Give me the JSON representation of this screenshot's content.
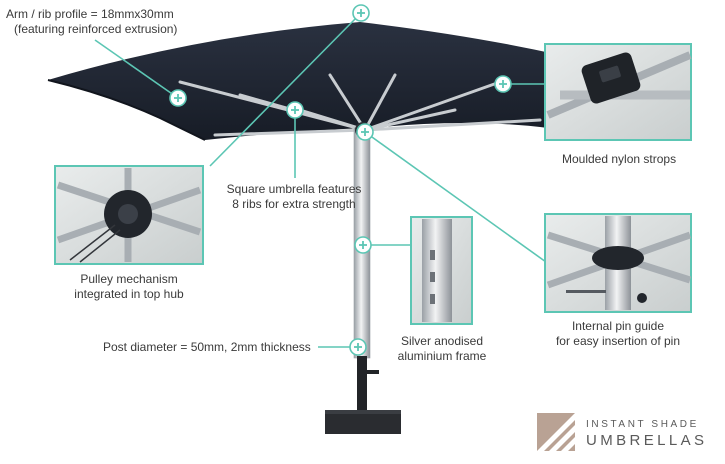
{
  "callouts": {
    "arm_rib": {
      "line1": "Arm / rib profile = 18mmx30mm",
      "line2": "(featuring reinforced extrusion)"
    },
    "nylon": {
      "text": "Moulded nylon strops"
    },
    "square": {
      "line1": "Square umbrella features",
      "line2": "8 ribs for extra strength"
    },
    "pulley": {
      "line1": "Pulley mechanism",
      "line2": "integrated in top hub"
    },
    "silver": {
      "line1": "Silver anodised",
      "line2": "aluminium frame"
    },
    "pin": {
      "line1": "Internal pin guide",
      "line2": "for easy insertion of pin"
    },
    "post": {
      "text": "Post diameter = 50mm, 2mm thickness"
    }
  },
  "brand": {
    "line1": "INSTANT SHADE",
    "line2": "UMBRELLAS"
  },
  "colors": {
    "accent": "#5cc6b4",
    "canopy": "#1f2633",
    "text": "#3a3a3a"
  }
}
